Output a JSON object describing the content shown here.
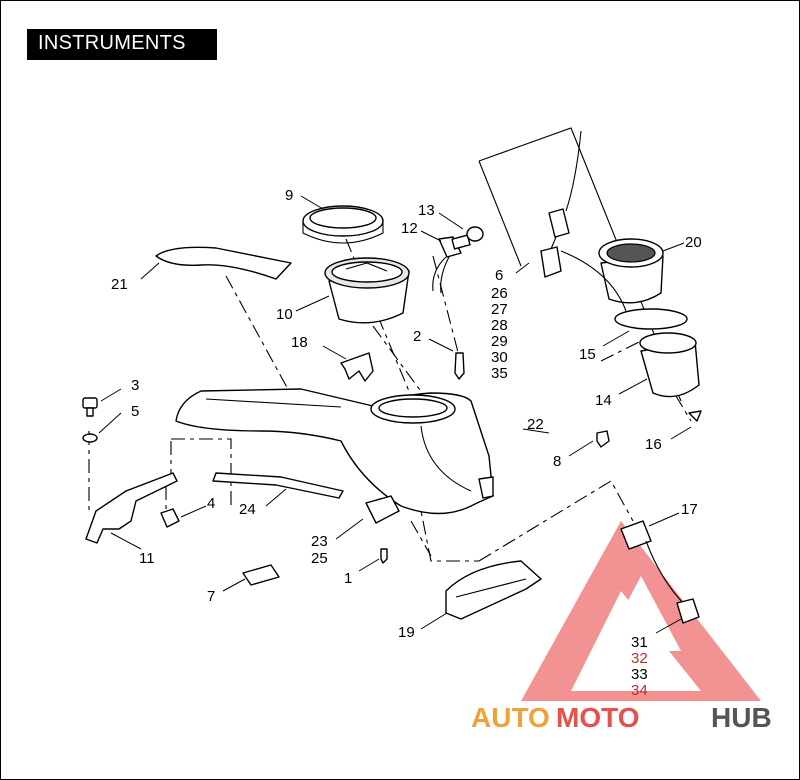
{
  "title": "INSTRUMENTS",
  "callouts": {
    "c1": "1",
    "c2": "2",
    "c3": "3",
    "c4": "4",
    "c5": "5",
    "c6": "6",
    "c7": "7",
    "c8": "8",
    "c9": "9",
    "c10": "10",
    "c11": "11",
    "c12": "12",
    "c13": "13",
    "c14": "14",
    "c15": "15",
    "c16": "16",
    "c17": "17",
    "c18": "18",
    "c19": "19",
    "c20": "20",
    "c21": "21",
    "c22": "22",
    "c23": "23",
    "c24": "24",
    "c25": "25",
    "c26": "26",
    "c27": "27",
    "c28": "28",
    "c29": "29",
    "c30": "30",
    "c31": "31",
    "c32": "32",
    "c33": "33",
    "c34": "34",
    "c35": "35"
  },
  "watermark": {
    "part1": "AUTO",
    "part2": "MOTO",
    "part3": "HUB",
    "color_auto": "#f0a13a",
    "color_moto": "#e8504a",
    "color_hub": "#555555",
    "triangle_color": "#e94e4e"
  }
}
